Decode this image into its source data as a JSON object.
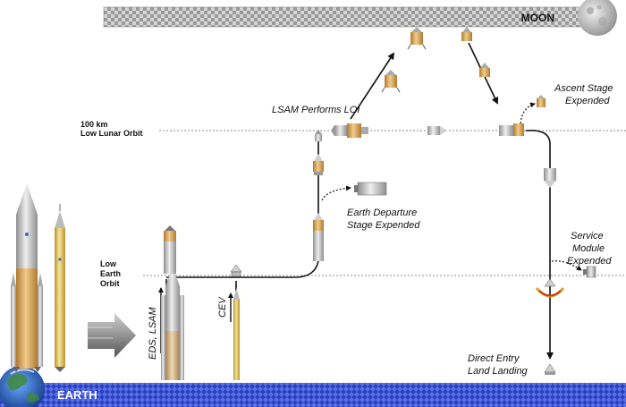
{
  "labels": {
    "moon": "MOON",
    "earth": "EARTH",
    "lunar_orbit_line1": "100 km",
    "lunar_orbit_line2": "Low Lunar Orbit",
    "earth_orbit_line1": "Low",
    "earth_orbit_line2": "Earth",
    "earth_orbit_line3": "Orbit",
    "lsam_loi": "LSAM Performs LOI",
    "ascent_line1": "Ascent Stage",
    "ascent_line2": "Expended",
    "eds_line1": "Earth Departure",
    "eds_line2": "Stage Expended",
    "sm_line1": "Service",
    "sm_line2": "Module",
    "sm_line3": "Expended",
    "entry_line1": "Direct Entry",
    "entry_line2": "Land Landing",
    "eds_lsam": "EDS, LSAM",
    "cev": "CEV"
  },
  "colors": {
    "moon_bar": "#c8c8c8",
    "earth_bar": "#2a3fc0",
    "path": "#111111",
    "orbit_dotted": "#888888",
    "heavy_rocket": "#c9c9c9",
    "core_stage": "#d9a860",
    "crew_rocket": "#e2c46a"
  },
  "icons": [
    "moon-icon",
    "earth-globe-icon",
    "big-arrow-icon",
    "vehicle-icons",
    "rocket-icons",
    "parachute-icon"
  ]
}
